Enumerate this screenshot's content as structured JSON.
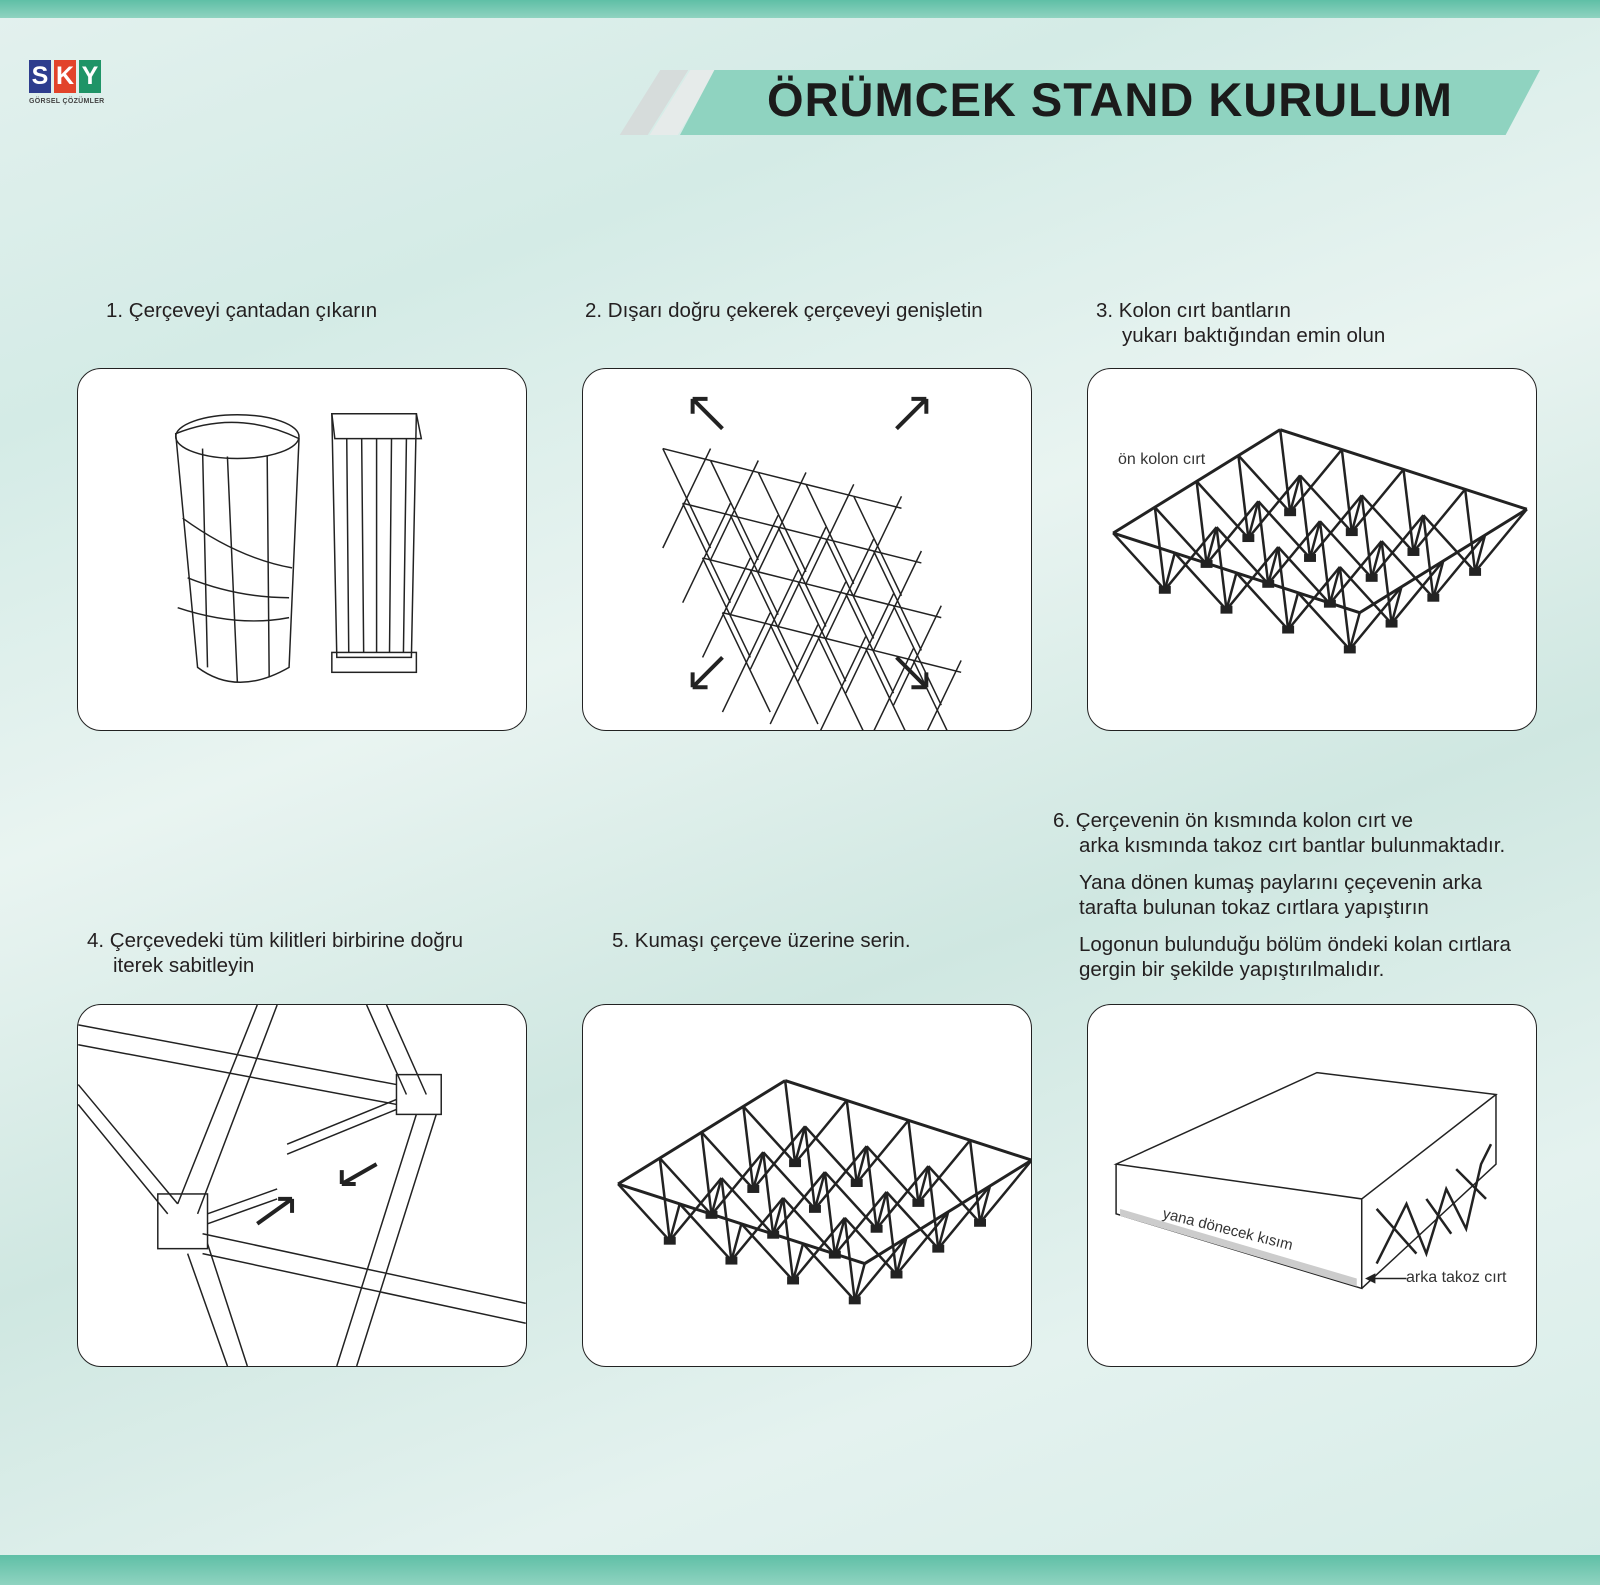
{
  "logo": {
    "letters": [
      "S",
      "K",
      "Y"
    ],
    "subtitle": "GÖRSEL ÇÖZÜMLER",
    "colors": [
      "#2d3d8e",
      "#e2432a",
      "#1f9467"
    ]
  },
  "title": "ÖRÜMCEK STAND KURULUM",
  "steps": [
    {
      "lines": [
        "1. Çerçeveyi çantadan çıkarın"
      ]
    },
    {
      "lines": [
        "2. Dışarı doğru çekerek çerçeveyi genişletin"
      ]
    },
    {
      "lines": [
        "3. Kolon cırt bantların",
        "yukarı baktığından emin olun"
      ],
      "label": "ön kolon cırt"
    },
    {
      "lines": [
        "4. Çerçevedeki tüm kilitleri birbirine doğru",
        "iterek sabitleyin"
      ]
    },
    {
      "lines": [
        "5. Kumaşı çerçeve üzerine serin."
      ]
    },
    {
      "lines": [
        "6. Çerçevenin ön kısmında kolon cırt ve",
        "arka kısmında takoz cırt bantlar bulunmaktadır.",
        "Yana dönen kumaş paylarını çeçevenin arka",
        "tarafta bulunan tokaz cırtlara yapıştırın",
        "Logonun bulunduğu bölüm öndeki kolan cırtlara",
        "gergin bir şekilde yapıştırılmalıdır."
      ],
      "label_side": "yana dönecek kısım",
      "label_back": "arka takoz cırt"
    }
  ],
  "colors": {
    "accent": "#8fd3c0",
    "band": "#5fbfa6"
  }
}
